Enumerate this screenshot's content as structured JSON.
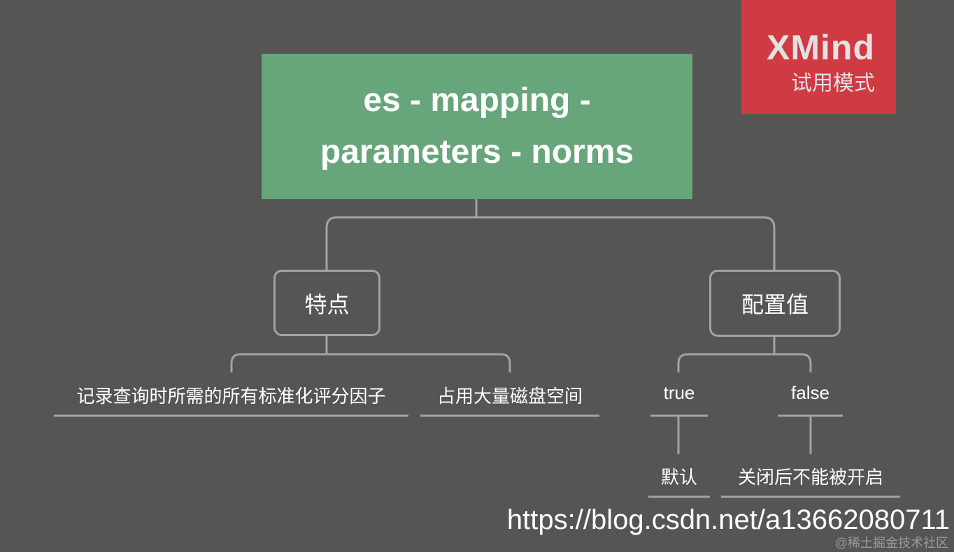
{
  "root": {
    "line1": "es - mapping -",
    "line2": "parameters - norms",
    "color": "#67a57b"
  },
  "branches": [
    {
      "label": "特点",
      "children": [
        "记录查询时所需的所有标准化评分因子",
        "占用大量磁盘空间"
      ]
    },
    {
      "label": "配置值",
      "children": [
        {
          "label": "true",
          "children": [
            "默认"
          ]
        },
        {
          "label": "false",
          "children": [
            "关闭后不能被开启"
          ]
        }
      ]
    }
  ],
  "badge": {
    "brand": "XMind",
    "mode": "试用模式",
    "color": "#cf3a43"
  },
  "watermark": {
    "url": "https://blog.csdn.net/a13662080711",
    "source": "@稀土掘金技术社区"
  },
  "colors": {
    "background": "#555654",
    "connector": "#a3a3a1"
  }
}
